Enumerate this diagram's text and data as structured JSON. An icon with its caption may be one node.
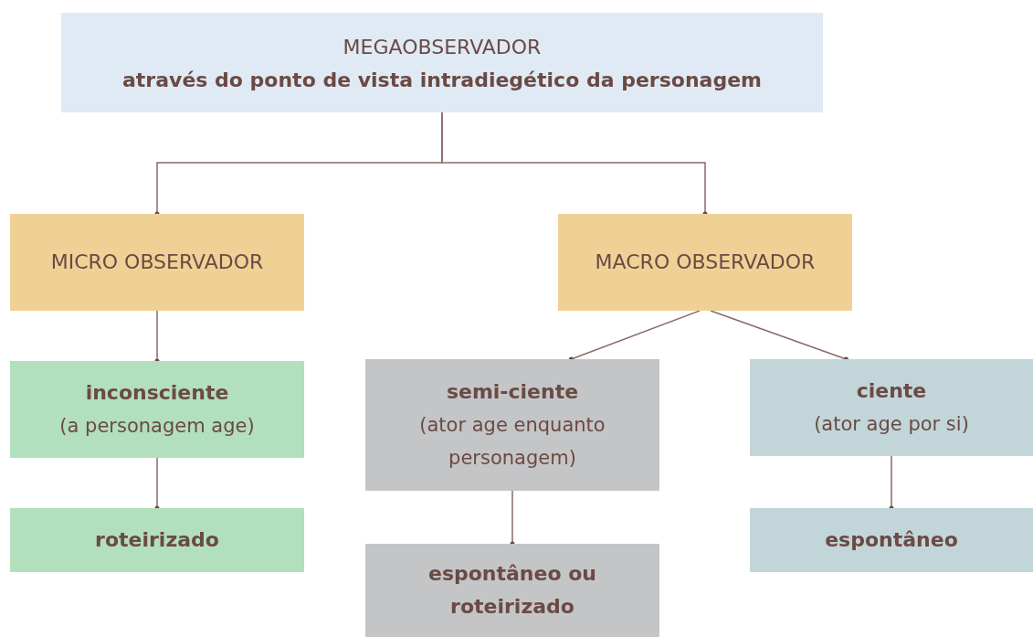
{
  "diagram": {
    "nodes": [
      {
        "text": [
          "MEGAOBSERVADOR",
          "através do ponto de vista intradiegético da personagem"
        ]
      },
      {
        "text": [
          "MICRO OBSERVADOR"
        ]
      },
      {
        "text": [
          "MACRO OBSERVADOR"
        ]
      },
      {
        "text": [
          "inconsciente",
          "(a personagem age)"
        ]
      },
      {
        "text": [
          "semi-ciente",
          "(ator age enquanto personagem)"
        ]
      },
      {
        "text": [
          "ciente",
          "(ator age por si)"
        ]
      },
      {
        "text": [
          "roteirizado"
        ]
      },
      {
        "text": [
          "espontâneo ou roteirizado"
        ]
      },
      {
        "text": [
          "espontâneo"
        ]
      }
    ],
    "edges": [
      {
        "from": 0,
        "to": 1,
        "arrow": "other"
      },
      {
        "from": 0,
        "to": 2,
        "arrow": "other"
      },
      {
        "from": 1,
        "to": 3,
        "arrow": "other"
      },
      {
        "from": 2,
        "to": 4,
        "arrow": "other"
      },
      {
        "from": 2,
        "to": 5,
        "arrow": "other"
      },
      {
        "from": 3,
        "to": 6,
        "arrow": "other"
      },
      {
        "from": 4,
        "to": 7,
        "arrow": "other"
      },
      {
        "from": 5,
        "to": 8,
        "arrow": "other"
      }
    ]
  }
}
